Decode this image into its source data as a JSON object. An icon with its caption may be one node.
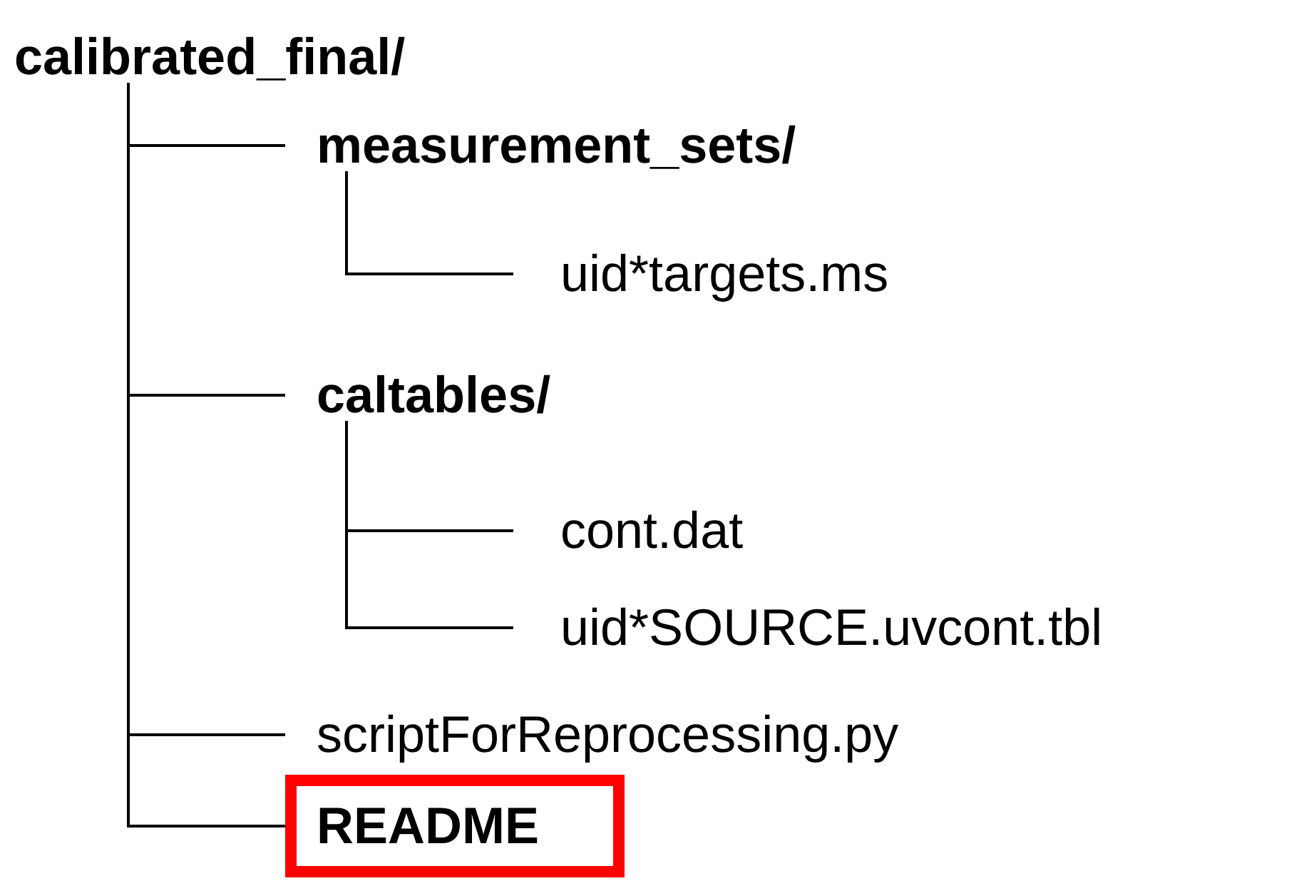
{
  "diagram": {
    "nodes": [
      {
        "text": [
          "calibrated_final/"
        ]
      },
      {
        "text": [
          "measurement_sets/"
        ]
      },
      {
        "text": [
          "uid*targets.ms"
        ]
      },
      {
        "text": [
          "caltables/"
        ]
      },
      {
        "text": [
          "cont.dat"
        ]
      },
      {
        "text": [
          "uid*SOURCE.uvcont.tbl"
        ]
      },
      {
        "text": [
          "scriptForReprocessing.py"
        ]
      },
      {
        "text": [
          "README"
        ]
      }
    ],
    "edges": [
      {
        "from": 0,
        "to": 1,
        "arrow": "none"
      },
      {
        "from": 1,
        "to": 2,
        "arrow": "none"
      },
      {
        "from": 0,
        "to": 3,
        "arrow": "none"
      },
      {
        "from": 3,
        "to": 4,
        "arrow": "none"
      },
      {
        "from": 3,
        "to": 5,
        "arrow": "none"
      },
      {
        "from": 0,
        "to": 6,
        "arrow": "none"
      },
      {
        "from": 0,
        "to": 7,
        "arrow": "none"
      }
    ]
  }
}
